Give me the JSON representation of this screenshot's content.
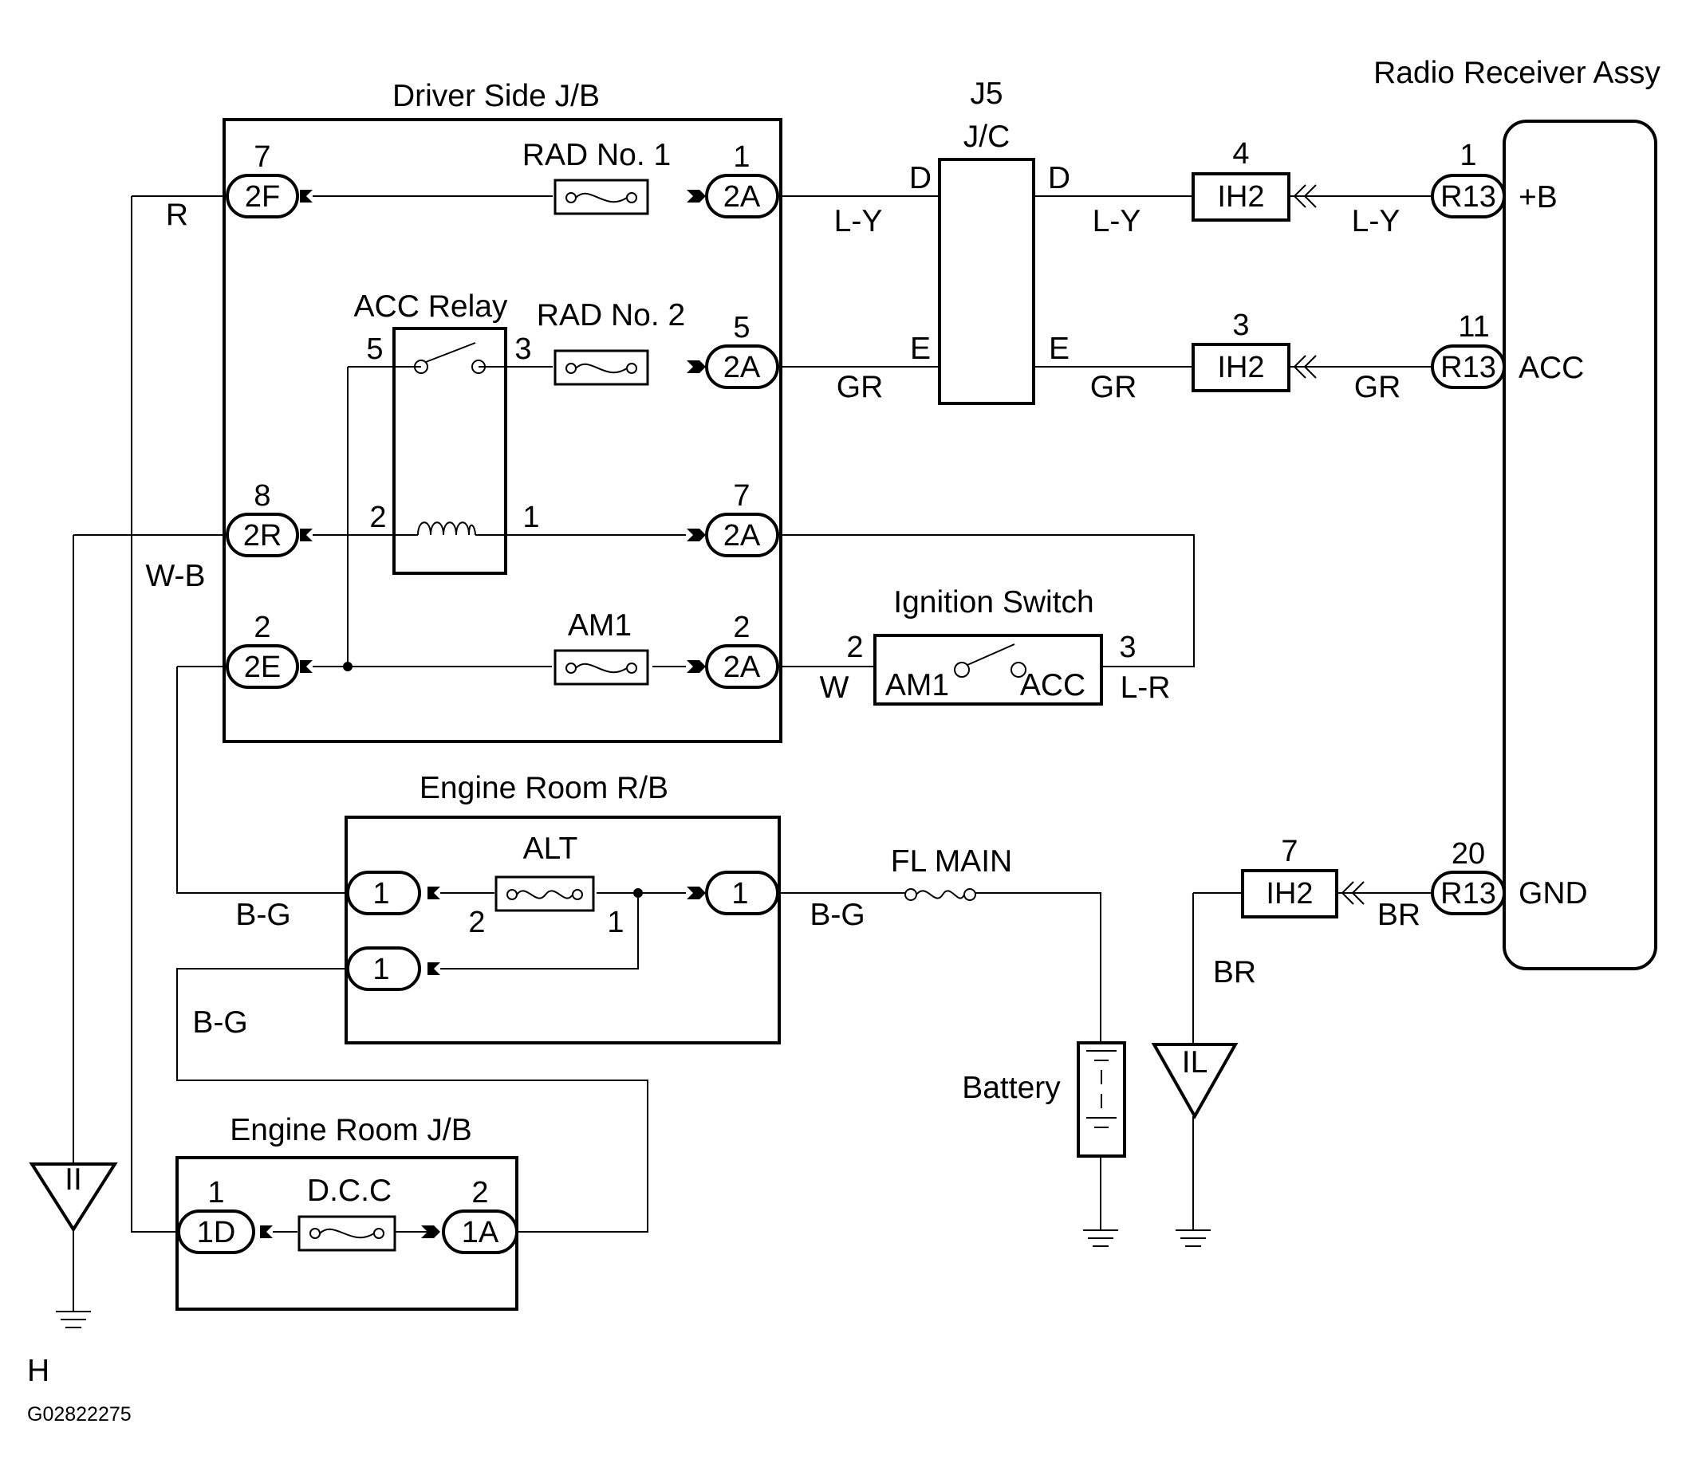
{
  "headings": {
    "driver_jb": "Driver Side J/B",
    "j5": "J5",
    "jc": "J/C",
    "radio": "Radio Receiver Assy",
    "acc_relay": "ACC Relay",
    "ignition_switch": "Ignition Switch",
    "engine_rb": "Engine Room R/B",
    "engine_jb": "Engine Room J/B",
    "battery": "Battery"
  },
  "fuses": {
    "rad1": "RAD No. 1",
    "rad2": "RAD No. 2",
    "am1": "AM1",
    "alt": "ALT",
    "fl_main": "FL MAIN",
    "dcc": "D.C.C"
  },
  "connectors": {
    "c_2f": "2F",
    "c_2r": "2R",
    "c_2e": "2E",
    "c_2a": "2A",
    "c_r13": "R13",
    "c_ih2": "IH2",
    "c_rb1": "1",
    "c_1d": "1D",
    "c_1a": "1A"
  },
  "pins": {
    "p7": "7",
    "p1": "1",
    "p5": "5",
    "p3": "3",
    "p8": "8",
    "p2": "2",
    "p4": "4",
    "p11": "11",
    "p20": "20"
  },
  "wire_colors": {
    "r": "R",
    "ly": "L-Y",
    "gr": "GR",
    "wb": "W-B",
    "w": "W",
    "lr": "L-R",
    "bg": "B-G",
    "br": "BR"
  },
  "terminals": {
    "jc_d": "D",
    "jc_e": "E",
    "plus_b": "+B",
    "acc": "ACC",
    "gnd": "GND",
    "sw_am1": "AM1",
    "sw_acc": "ACC"
  },
  "grounds": {
    "ii": "II",
    "il": "IL"
  },
  "footer": {
    "page_letter": "H",
    "code": "G02822275"
  }
}
